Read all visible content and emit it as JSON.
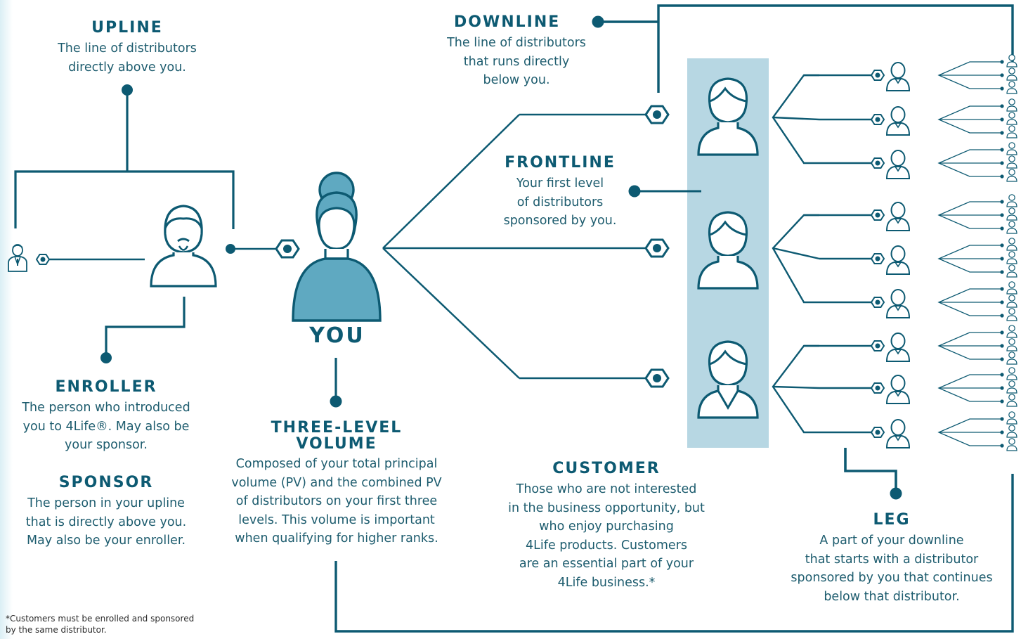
{
  "colors": {
    "primary": "#0d5a72",
    "accent": "#5fa9c1",
    "panel": "#b7d7e3",
    "text": "#1d5c6e"
  },
  "labels": {
    "upline": {
      "title": "UPLINE",
      "text": "The line of distributors\ndirectly above you."
    },
    "enroller": {
      "title": "ENROLLER",
      "text": "The person who introduced\nyou to 4Life®. May also be\nyour sponsor."
    },
    "sponsor": {
      "title": "SPONSOR",
      "text": "The person in your upline\nthat is directly above you.\nMay also be your enroller."
    },
    "you": {
      "title": "YOU"
    },
    "three_level_volume": {
      "title": "THREE-LEVEL\nVOLUME",
      "text": "Composed of your total principal\nvolume (PV) and the combined PV\nof distributors on your first three\nlevels. This volume is important\nwhen qualifying for higher ranks."
    },
    "downline": {
      "title": "DOWNLINE",
      "text": "The line of distributors\nthat runs directly\nbelow you."
    },
    "frontline": {
      "title": "FRONTLINE",
      "text": "Your first level\nof distributors\nsponsored by you."
    },
    "customer": {
      "title": "CUSTOMER",
      "text": "Those who are not interested\nin the business opportunity, but\nwho enjoy purchasing\n4Life products. Customers\nare an essential part of your\n4Life business.*"
    },
    "leg": {
      "title": "LEG",
      "text": "A part of your downline\nthat starts with a distributor\nsponsored by you that continues\nbelow that distributor."
    }
  },
  "footnote": "*Customers must be enrolled and sponsored\nby the same distributor.",
  "icons": {
    "upline_person": "person-suit-icon",
    "enroller_person": "person-mustache-icon",
    "you_person": "person-bun-icon",
    "frontline_people": [
      "person-woman-icon",
      "person-man-icon",
      "person-suit-icon"
    ],
    "level2_people": [
      "person-woman-icon",
      "person-man-icon",
      "person-suit-icon",
      "person-beard-icon",
      "person-suit-icon",
      "person-long-hair-icon",
      "person-man-icon",
      "person-beard-icon",
      "person-glasses-icon"
    ],
    "connector": "hexagon-node-icon"
  }
}
